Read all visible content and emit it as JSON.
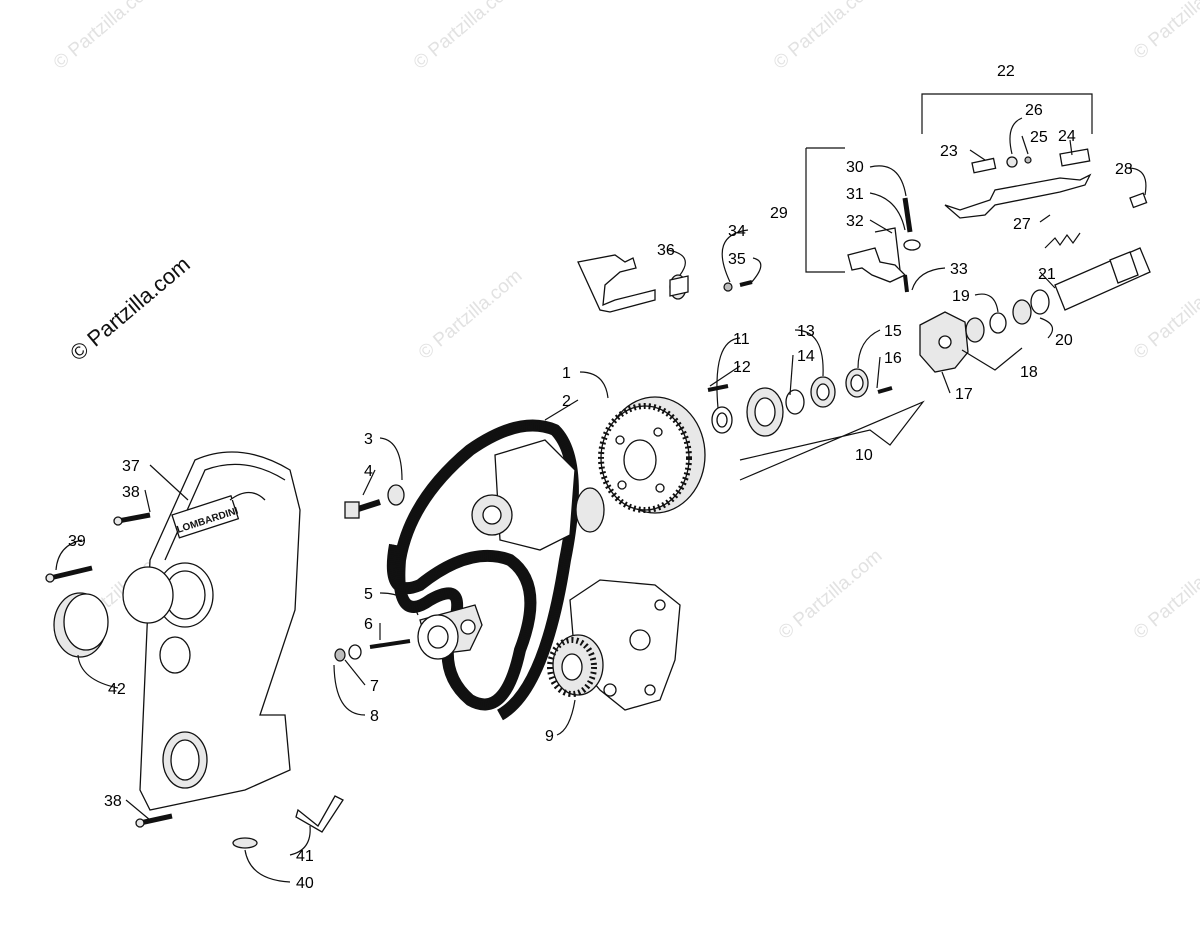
{
  "brand": {
    "credit": "© Partzilla.com",
    "watermark": "© Partzilla.com"
  },
  "cover_logo": "LOMBARDINI",
  "callouts": {
    "n1": "1",
    "n2": "2",
    "n3": "3",
    "n4": "4",
    "n5": "5",
    "n6": "6",
    "n7": "7",
    "n8": "8",
    "n9": "9",
    "n10": "10",
    "n11": "11",
    "n12": "12",
    "n13": "13",
    "n14": "14",
    "n15": "15",
    "n16": "16",
    "n17": "17",
    "n18": "18",
    "n19": "19",
    "n20": "20",
    "n21": "21",
    "n22": "22",
    "n23": "23",
    "n24": "24",
    "n25": "25",
    "n26": "26",
    "n27": "27",
    "n28": "28",
    "n29": "29",
    "n30": "30",
    "n31": "31",
    "n32": "32",
    "n33": "33",
    "n34": "34",
    "n35": "35",
    "n36": "36",
    "n37": "37",
    "n38a": "38",
    "n38b": "38",
    "n39": "39",
    "n40": "40",
    "n41": "41",
    "n42": "42"
  },
  "colors": {
    "line": "#111111",
    "watermark": "#e2e2e2",
    "background": "#ffffff"
  }
}
